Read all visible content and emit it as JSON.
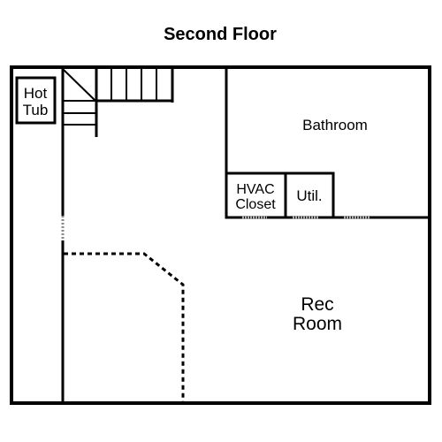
{
  "title": "Second Floor",
  "rooms": {
    "hot_tub": [
      "Hot",
      "Tub"
    ],
    "bathroom": "Bathroom",
    "hvac_closet": [
      "HVAC",
      "Closet"
    ],
    "utility": "Util.",
    "rec_room": [
      "Rec",
      "Room"
    ]
  }
}
